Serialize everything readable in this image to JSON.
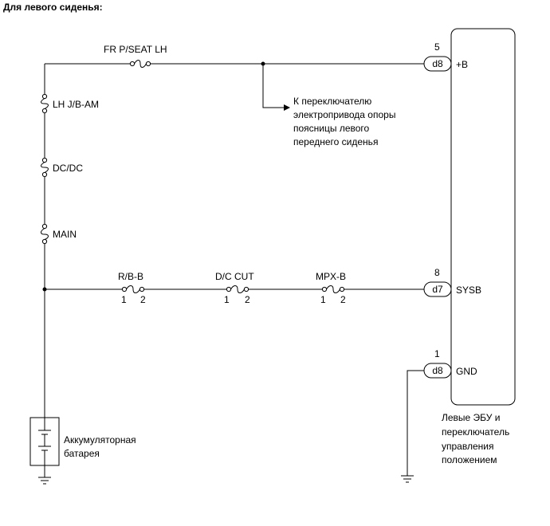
{
  "title": "Для левого сиденья:",
  "fuses": {
    "fr_pseat_lh": "FR P/SEAT LH",
    "lh_jb_am": "LH J/B-AM",
    "dcdc": "DC/DC",
    "main": "MAIN",
    "rb_b": "R/B-B",
    "dc_cut": "D/C CUT",
    "mpx_b": "MPX-B",
    "pin1": "1",
    "pin2": "2"
  },
  "branch_note": [
    "К переключателю",
    "электропривода опоры",
    "поясницы левого",
    "переднего сиденья"
  ],
  "connectors": [
    {
      "pin": "5",
      "id": "d8",
      "signal": "+B"
    },
    {
      "pin": "8",
      "id": "d7",
      "signal": "SYSB"
    },
    {
      "pin": "1",
      "id": "d8",
      "signal": "GND"
    }
  ],
  "ecu_label": [
    "Левые ЭБУ и",
    "переключатель",
    "управления",
    "положением"
  ],
  "battery_label": [
    "Аккумуляторная",
    "батарея"
  ]
}
